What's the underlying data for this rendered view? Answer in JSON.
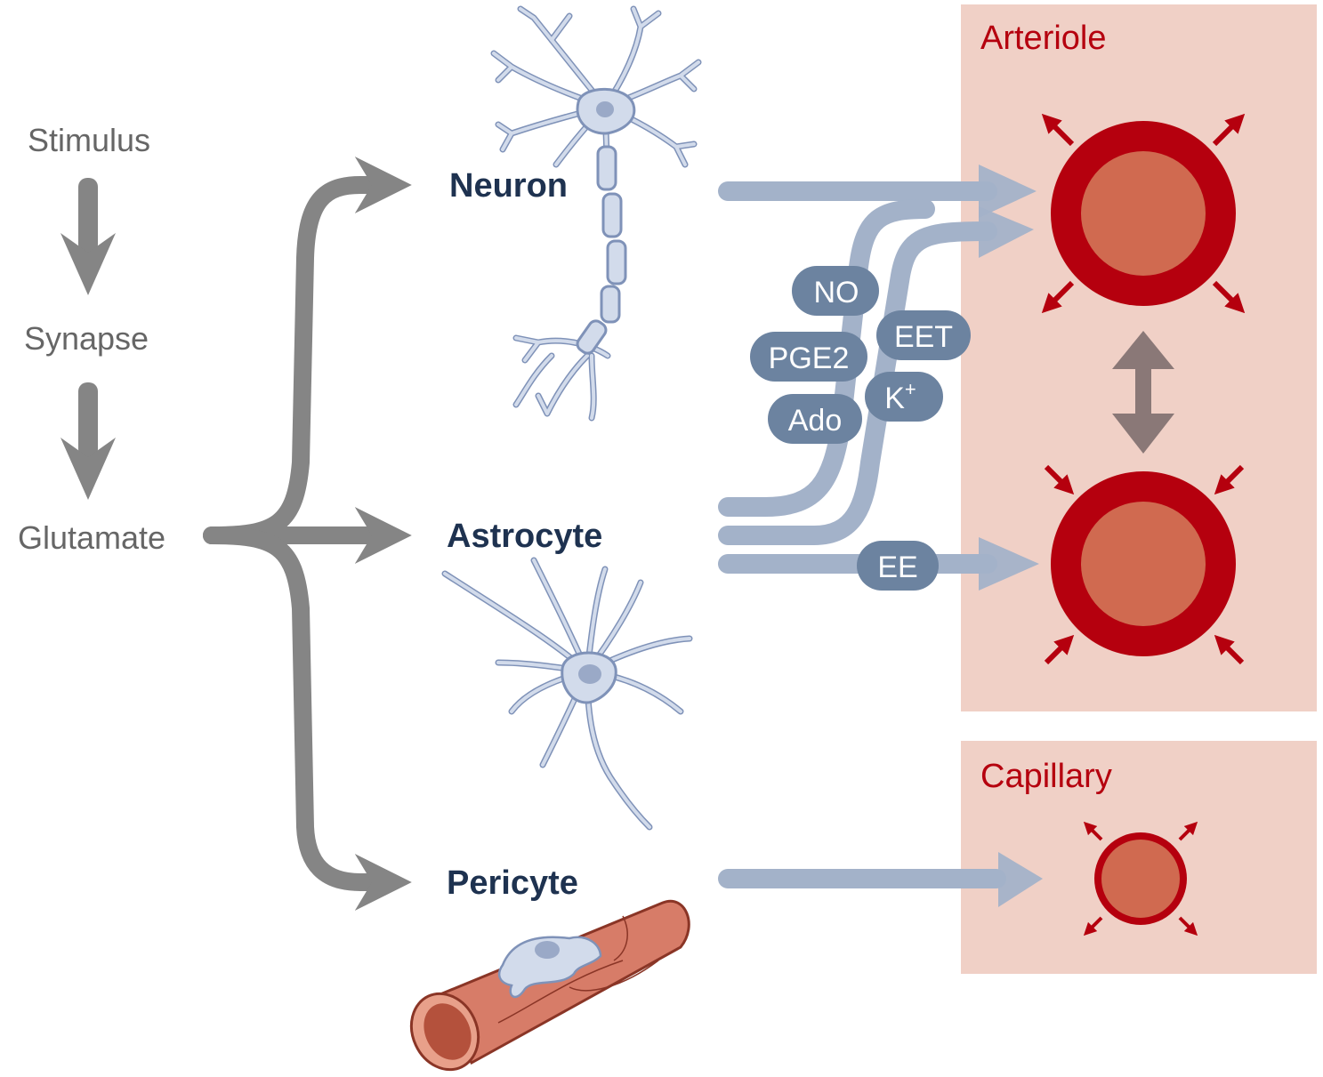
{
  "flow": {
    "stimulus": "Stimulus",
    "synapse": "Synapse",
    "glutamate": "Glutamate"
  },
  "cells": {
    "neuron": "Neuron",
    "astrocyte": "Astrocyte",
    "pericyte": "Pericyte"
  },
  "regions": {
    "arteriole": "Arteriole",
    "capillary": "Capillary"
  },
  "mediators": {
    "no": "NO",
    "pge2": "PGE2",
    "ado": "Ado",
    "eet": "EET",
    "k": "K",
    "k_sup": "+",
    "ee": "EE"
  },
  "colors": {
    "gray_arrow": "#858585",
    "pathway": "#a3b2c9",
    "pill": "#6c83a0",
    "region_bg": "#f0d0c6",
    "vessel_ring": "#b5000e",
    "vessel_lumen": "#d06a50",
    "cell_fill": "#d2dbeb",
    "cell_stroke": "#7f92b8"
  }
}
